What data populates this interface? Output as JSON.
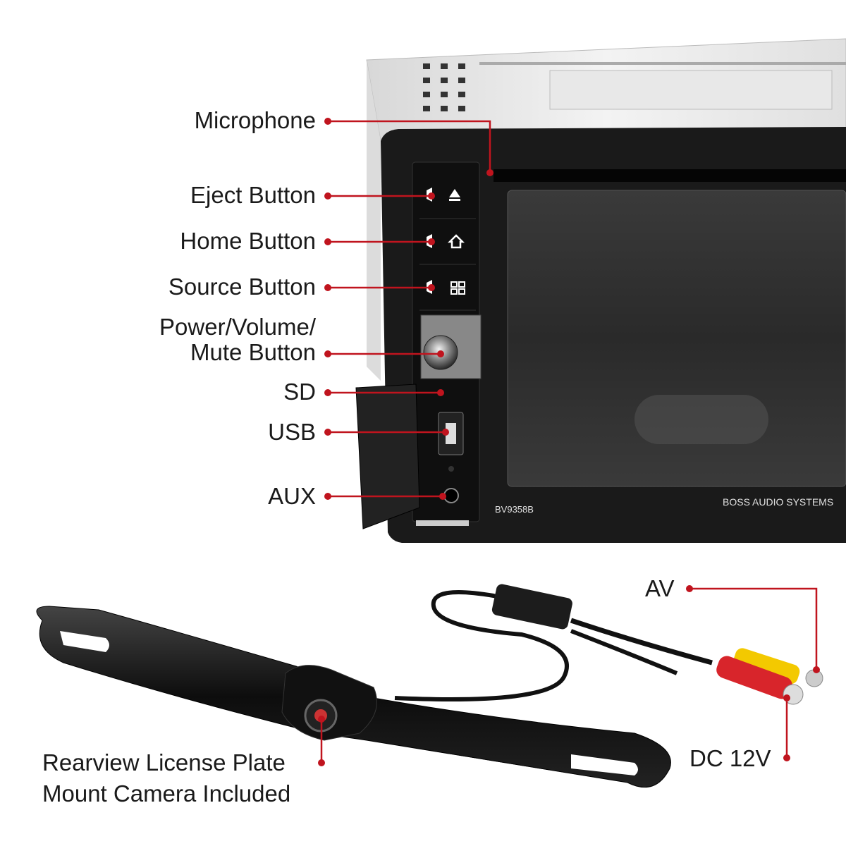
{
  "colors": {
    "callout": "#c0141e",
    "unit_body": "#121212",
    "chassis": "#e6e6e6",
    "screen": "#2a2a2a"
  },
  "unit": {
    "model": "BV9358B",
    "brand": "BOSS AUDIO SYSTEMS"
  },
  "callouts": {
    "microphone": "Microphone",
    "eject": "Eject Button",
    "home": "Home Button",
    "source": "Source Button",
    "power_line1": "Power/Volume/",
    "power_line2": "Mute Button",
    "sd": "SD",
    "usb": "USB",
    "aux": "AUX",
    "av": "AV",
    "dc": "DC 12V",
    "camera_line1": "Rearview License Plate",
    "camera_line2": "Mount Camera Included"
  },
  "icons": [
    "eject-icon",
    "home-icon",
    "source-icon"
  ]
}
